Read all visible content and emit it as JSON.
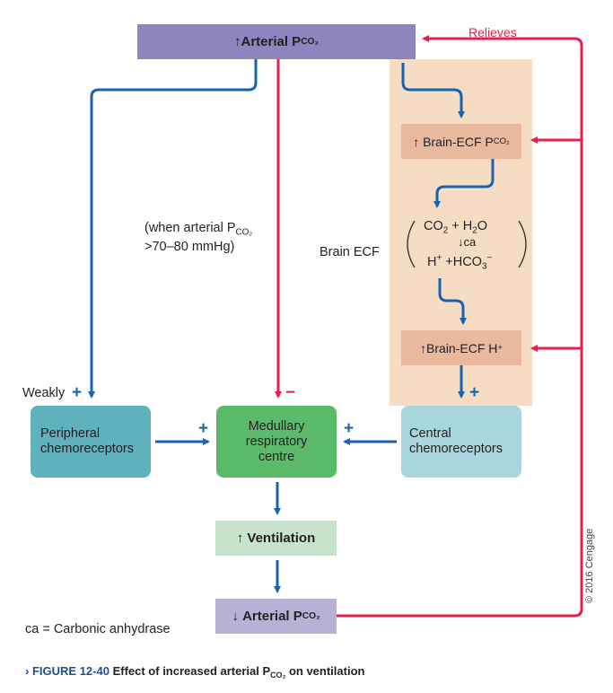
{
  "top_box": {
    "arrow": "↑",
    "label": "Arterial P",
    "sub": "CO₂"
  },
  "relieves_label": "Relieves",
  "brain_boxes": {
    "ecf_pco2": {
      "arrow": "↑",
      "label": "Brain-ECF P",
      "sub": "CO₂"
    },
    "ecf_h": {
      "arrow": "↑",
      "label": "Brain-ECF H",
      "sup": "+"
    }
  },
  "brain_ecf_label": "Brain ECF",
  "reaction": {
    "line1_co2": "CO",
    "line1_co2_sub": "2",
    "plus1": "+",
    "h2o_h": "H",
    "h2o_sub": "2",
    "h2o_o": "O",
    "ca_label": "ca",
    "h_plus": "H",
    "h_plus_sup": "+",
    "plus2": "+",
    "hco3": "HCO",
    "hco3_sub": "3",
    "hco3_sup": "−"
  },
  "condition": {
    "line1": "(when arterial P",
    "line1_sub": "CO₂",
    "line2": ">70–80 mmHg)"
  },
  "weakly_label": "Weakly",
  "signs": {
    "plus": "+",
    "minus": "−"
  },
  "peripheral": {
    "line1": "Peripheral",
    "line2": "chemoreceptors"
  },
  "medullary": {
    "line1": "Medullary",
    "line2": "respiratory",
    "line3": "centre"
  },
  "central": {
    "line1": "Central",
    "line2": "chemoreceptors"
  },
  "ventilation": {
    "arrow": "↑",
    "label": "Ventilation"
  },
  "bottom_box": {
    "arrow": "↓",
    "label": "Arterial P",
    "sub": "CO₂"
  },
  "legend": "ca = Carbonic anhydrase",
  "caption": {
    "marker": "›",
    "figure": "FIGURE 12-40",
    "text": "Effect of increased arterial P",
    "sub": "CO₂",
    "text2": "on ventilation"
  },
  "copyright": "© 2016 Cengage",
  "colors": {
    "blue_arrow": "#1763b0",
    "red_arrow": "#e3204e",
    "purple": "#8f85be",
    "green": "#5cbb6b",
    "teal": "#5fb2bd",
    "light_blue": "#a9d5dc",
    "peach": "#f5dcc2"
  }
}
